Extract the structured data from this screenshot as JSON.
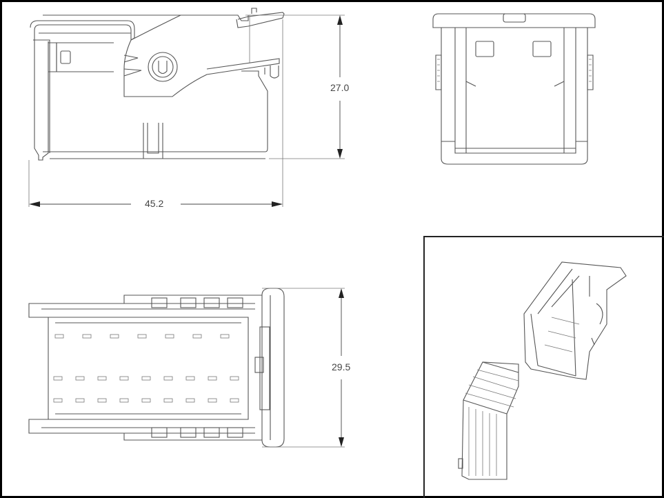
{
  "drawing": {
    "dimensions": {
      "height_side": "27.0",
      "length_side": "45.2",
      "width_top": "29.5"
    },
    "views": [
      "side-view",
      "front-view",
      "top-view",
      "isometric-view"
    ]
  }
}
